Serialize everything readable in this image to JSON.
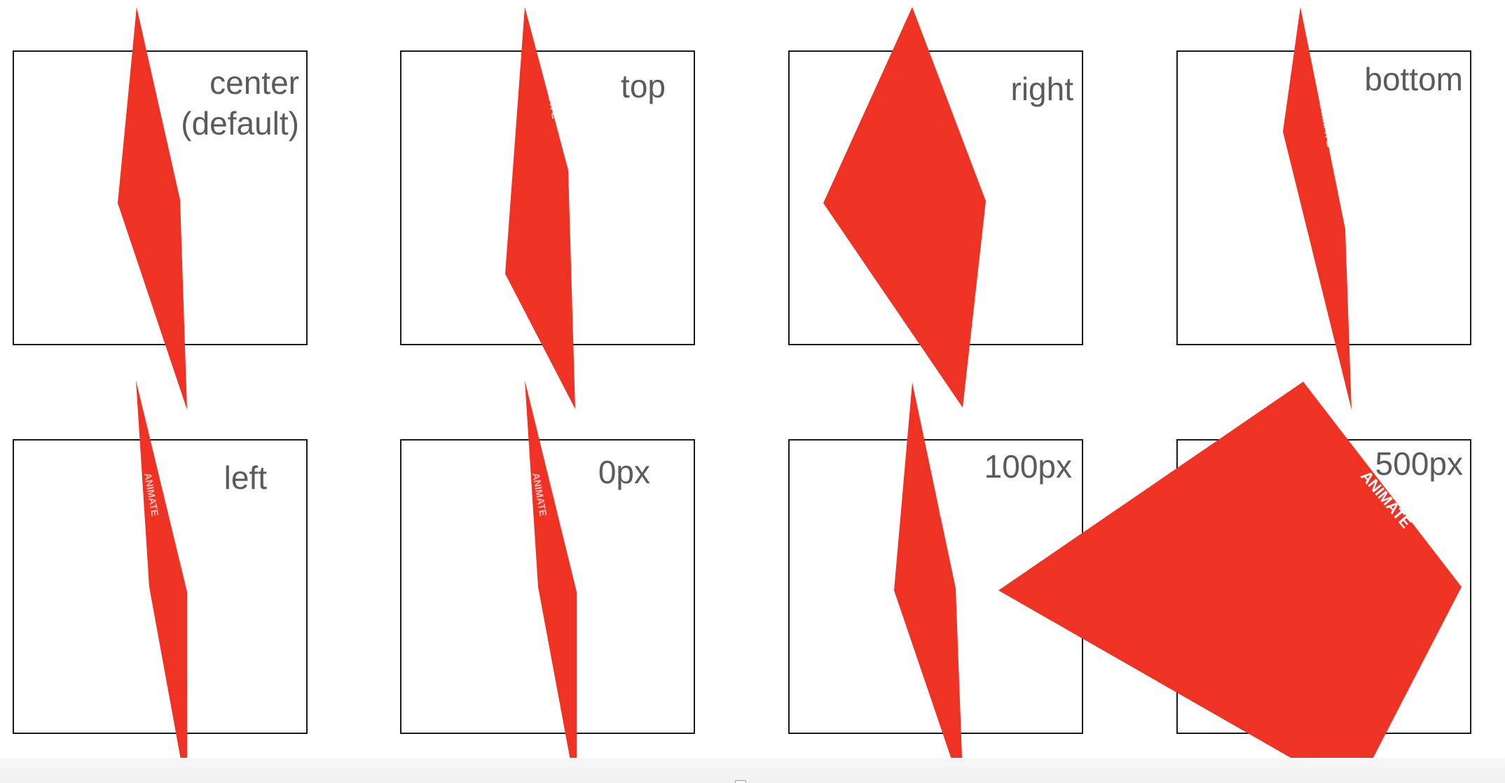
{
  "demos": [
    {
      "label": "center\n(default)"
    },
    {
      "label": "top"
    },
    {
      "label": "right"
    },
    {
      "label": "bottom"
    },
    {
      "label": "left"
    },
    {
      "label": "0px"
    },
    {
      "label": "100px"
    },
    {
      "label": "500px"
    }
  ],
  "card": {
    "button_text": "ANIMATE",
    "color": "#ee3224",
    "text_color": "#ffffff"
  },
  "colors": {
    "frame_border": "#1a1a1a",
    "label": "#5b5b5b",
    "background": "#ffffff",
    "bottom_bar": "#f4f4f4"
  }
}
